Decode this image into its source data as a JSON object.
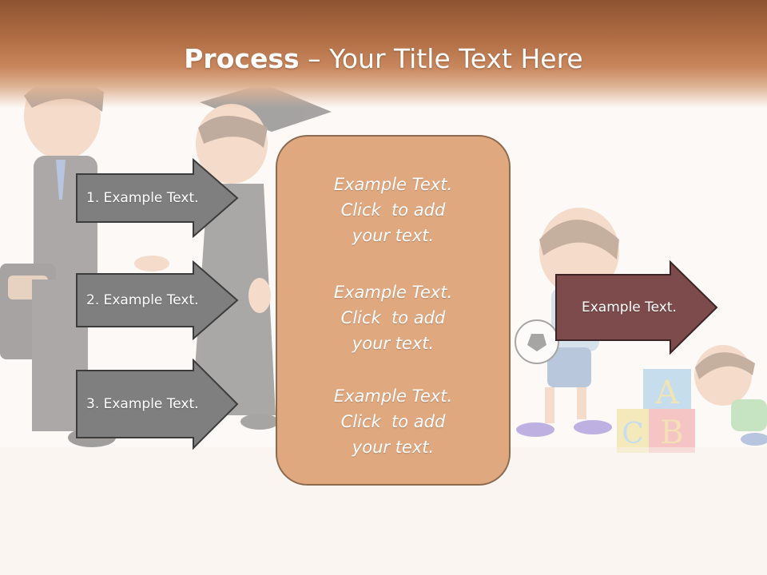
{
  "title": {
    "bold": "Process",
    "rest": " – Your Title Text Here"
  },
  "left_arrows": [
    {
      "label": "1. Example Text."
    },
    {
      "label": "2. Example Text."
    },
    {
      "label": "3. Example Text."
    }
  ],
  "center_box": {
    "items": [
      {
        "line1": "Example Text.",
        "line2": "Click  to add",
        "line3": "your text."
      },
      {
        "line1": "Example Text.",
        "line2": "Click  to add",
        "line3": "your text."
      },
      {
        "line1": "Example Text.",
        "line2": "Click  to add",
        "line3": "your text."
      }
    ]
  },
  "right_arrow": {
    "label": "Example Text."
  },
  "colors": {
    "header": "#b06d44",
    "left_arrow_fill": "#7f7f7f",
    "center_box_fill": "#e0a87f",
    "right_arrow_fill": "#7d4b4b",
    "text": "#ffffff"
  },
  "blocks": {
    "letters": [
      "A",
      "B",
      "C"
    ]
  }
}
